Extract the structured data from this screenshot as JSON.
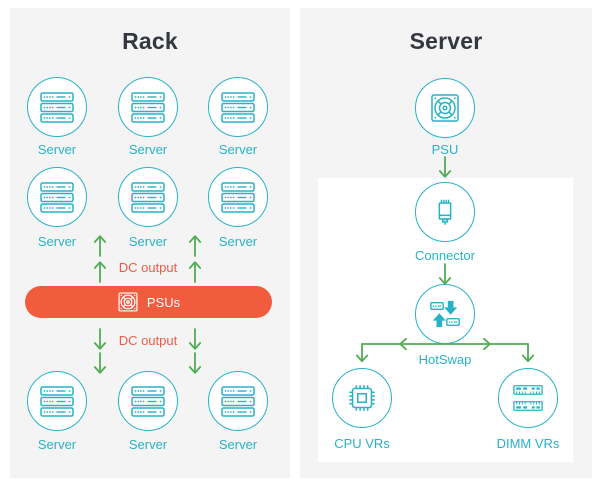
{
  "colors": {
    "teal": "#29b2c6",
    "green": "#4fad53",
    "orange_bar": "#f15b3e",
    "orange_text": "#ef5c46",
    "title_text": "#33373e",
    "card_background": "#f4f4f5"
  },
  "rack_panel": {
    "title": "Rack",
    "server_labels": [
      "Server",
      "Server",
      "Server",
      "Server",
      "Server",
      "Server",
      "Server",
      "Server",
      "Server"
    ],
    "dc_output_top_label": "DC output",
    "dc_output_bottom_label": "DC output",
    "psus_label": "PSUs"
  },
  "server_panel": {
    "title": "Server",
    "psu_label": "PSU",
    "connector_label": "Connector",
    "hotswap_label": "HotSwap",
    "cpu_vrs_label": "CPU VRs",
    "dimm_vrs_label": "DIMM VRs"
  }
}
